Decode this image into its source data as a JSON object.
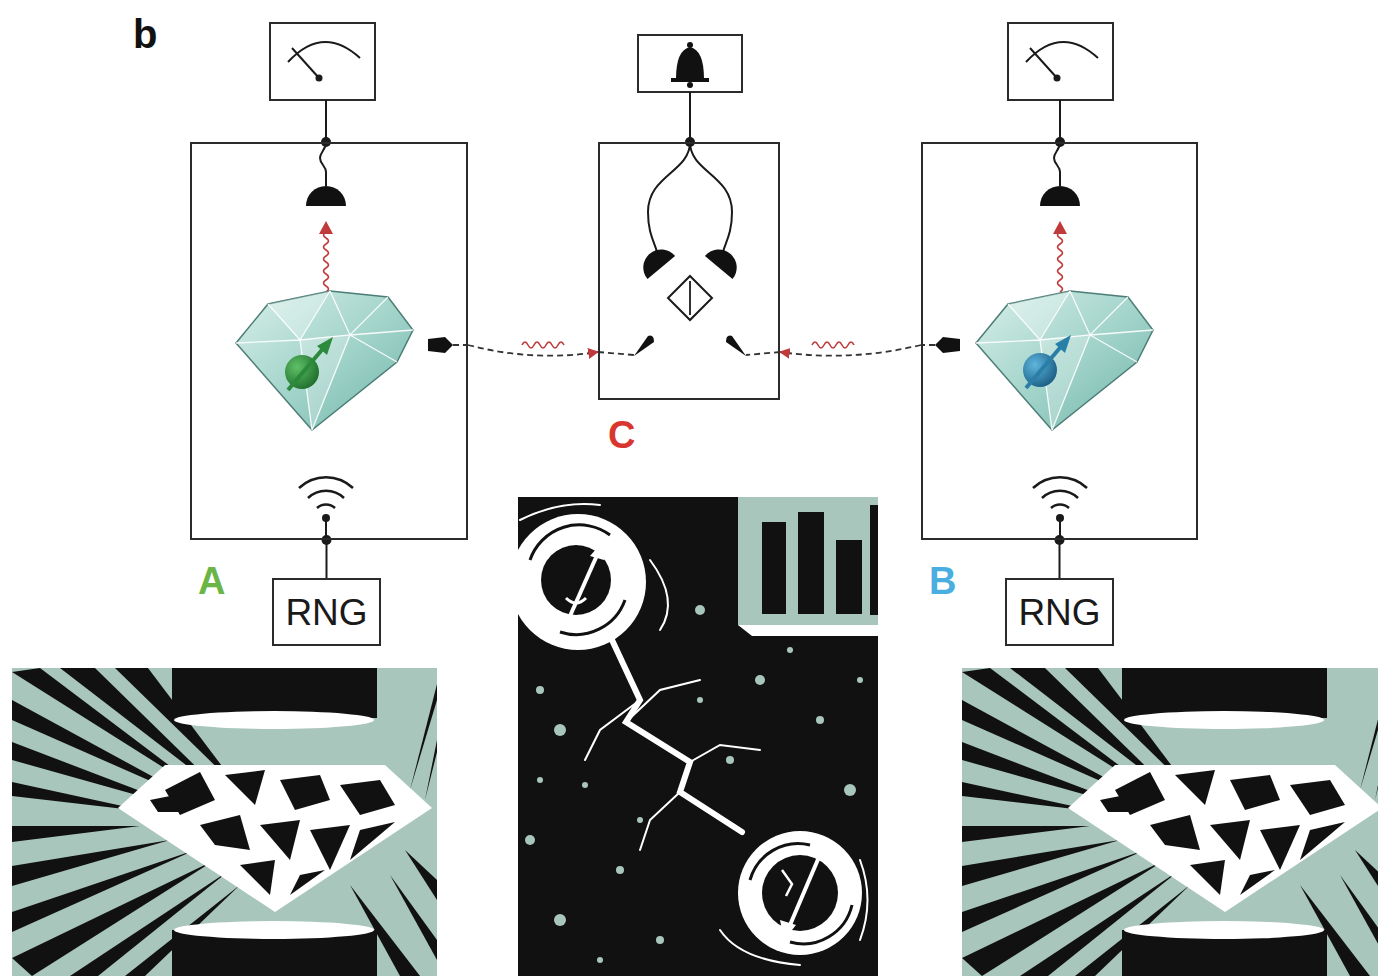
{
  "diagram": {
    "nodes": [
      {
        "text": [
          "A"
        ]
      },
      {
        "text": [
          "C"
        ]
      },
      {
        "text": [
          "B"
        ]
      },
      {
        "text": [
          "RNG"
        ]
      },
      {
        "text": [
          "RNG"
        ]
      }
    ],
    "edges": [
      {
        "from": 0,
        "to": 1,
        "arrow": "to"
      },
      {
        "from": 2,
        "to": 1,
        "arrow": "to"
      },
      {
        "from": 3,
        "to": 0,
        "arrow": "none"
      },
      {
        "from": 4,
        "to": 2,
        "arrow": "none"
      }
    ],
    "labels": [
      "b"
    ]
  }
}
